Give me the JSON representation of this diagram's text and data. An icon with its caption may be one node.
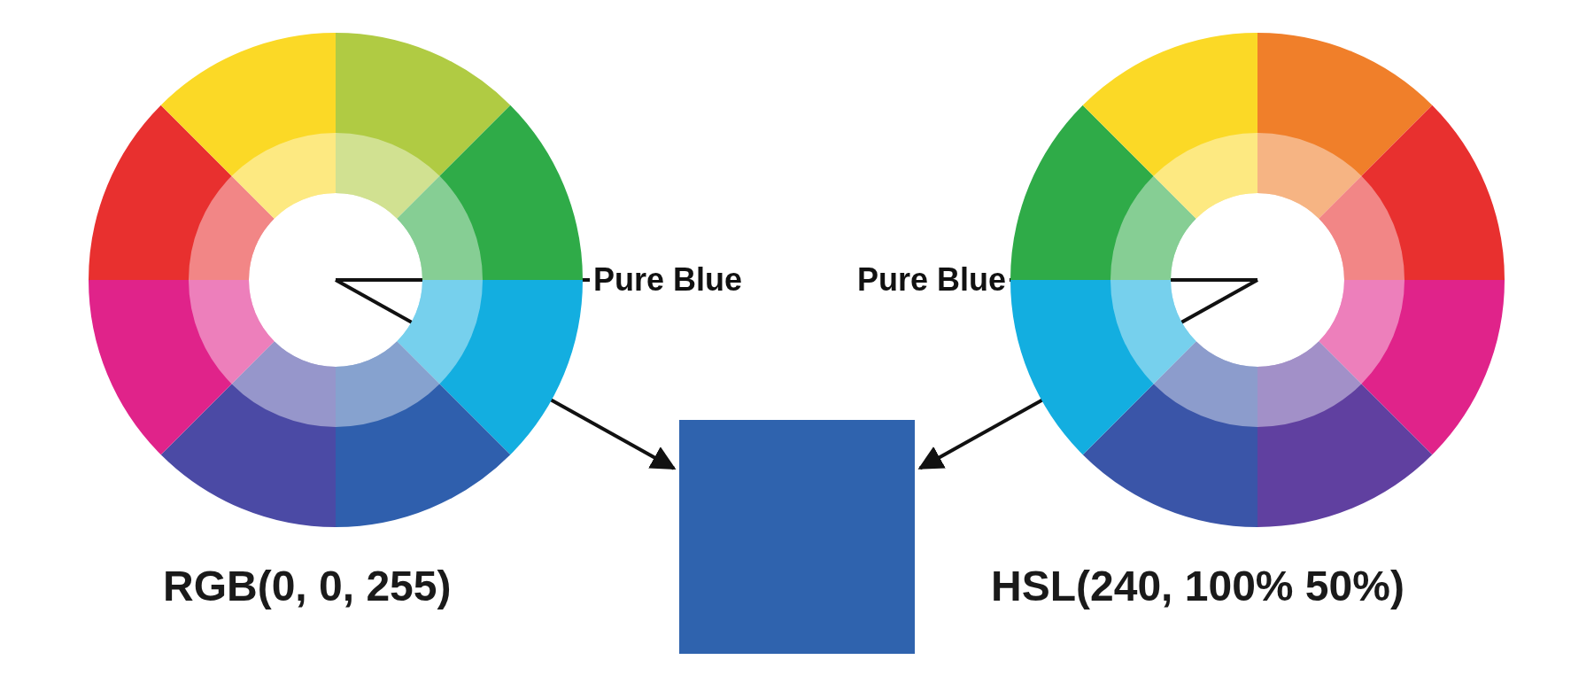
{
  "diagram": {
    "nodes": [
      {
        "text": [],
        "shape": "picture"
      },
      {
        "text": [
          "Pure Blue"
        ]
      },
      {
        "text": [
          "Pure Blue"
        ]
      },
      {
        "text": [],
        "shape": "picture"
      },
      {
        "text": [],
        "shape": "box"
      }
    ],
    "edges": [
      {
        "from": 1,
        "to": 0,
        "arrow": "none"
      },
      {
        "from": 0,
        "to": 4,
        "arrow": "to"
      },
      {
        "from": 2,
        "to": 3,
        "arrow": "none"
      },
      {
        "from": 3,
        "to": 4,
        "arrow": "to"
      }
    ],
    "labels": [
      "RGB(0, 0, 255)",
      "HSL(240, 100% 50%)"
    ]
  }
}
